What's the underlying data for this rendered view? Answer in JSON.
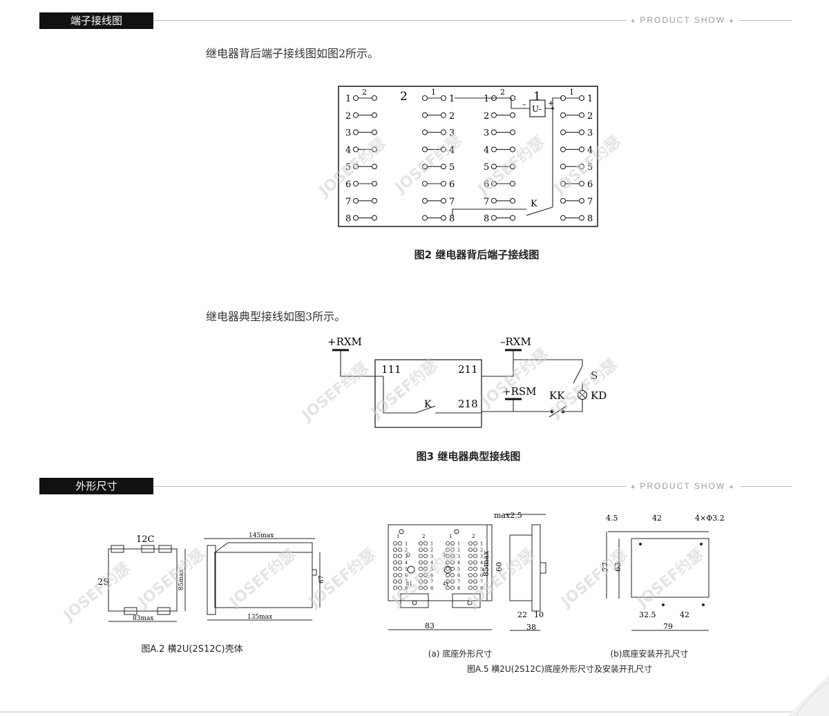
{
  "section1": {
    "tag": "端子接线图",
    "show_label": "PRODUCT SHOW",
    "intro": "继电器背后端子接线图如图2所示。",
    "fig2": {
      "caption": "图2  继电器背后端子接线图",
      "group_labels": [
        "2",
        "1"
      ],
      "col_top_labels": [
        "2",
        "1",
        "2",
        "1"
      ],
      "terminal_numbers": [
        "1",
        "2",
        "3",
        "4",
        "5",
        "6",
        "7",
        "8"
      ],
      "device_label": "U-",
      "minus_sign": "–",
      "plus_sign": "+",
      "contact_label": "K"
    },
    "intro3": "继电器典型接线如图3所示。",
    "fig3": {
      "caption": "图3  继电器典型接线图",
      "plus_rxm": "+RXM",
      "minus_rxm": "–RXM",
      "plus_rsm": "+RSM",
      "t111": "111",
      "t211": "211",
      "t218": "218",
      "k": "K",
      "s": "S",
      "kk": "KK",
      "kd": "KD"
    }
  },
  "section2": {
    "tag": "外形尺寸",
    "show_label": "PRODUCT SHOW",
    "figA2": {
      "caption": "图A.2  横2U(2S12C)壳体",
      "label_12c": "12C",
      "label_2s": "2S",
      "dim_85max": "85max",
      "dim_83max": "83max",
      "dim_145max": "145max",
      "dim_135max": "135max",
      "dim_67": "67"
    },
    "figA5": {
      "caption": "图A.5  横2U(2S12C)底座外形尺寸及安装开孔尺寸",
      "sub_a": "(a) 底座外形尺寸",
      "sub_b": "(b)底座安装开孔尺寸",
      "dim_83": "83",
      "dim_85max": "85max",
      "dim_max25": "max2.5",
      "dim_60": "60",
      "dim_22": "22",
      "dim_10": "10",
      "dim_38": "38",
      "dim_45": "4.5",
      "dim_42_top": "42",
      "dim_holes": "4×Φ3.2",
      "dim_77": "77",
      "dim_63": "63",
      "dim_325": "32.5",
      "dim_42_bot": "42",
      "dim_79": "79",
      "pin_cols": [
        "1",
        "2",
        "1",
        "2"
      ],
      "pin_rows": [
        "1",
        "2",
        "3",
        "4",
        "5",
        "6",
        "7",
        "8"
      ],
      "center_marks": [
        "Q",
        "1",
        "41"
      ]
    }
  },
  "watermark": "JOSEF约瑟"
}
